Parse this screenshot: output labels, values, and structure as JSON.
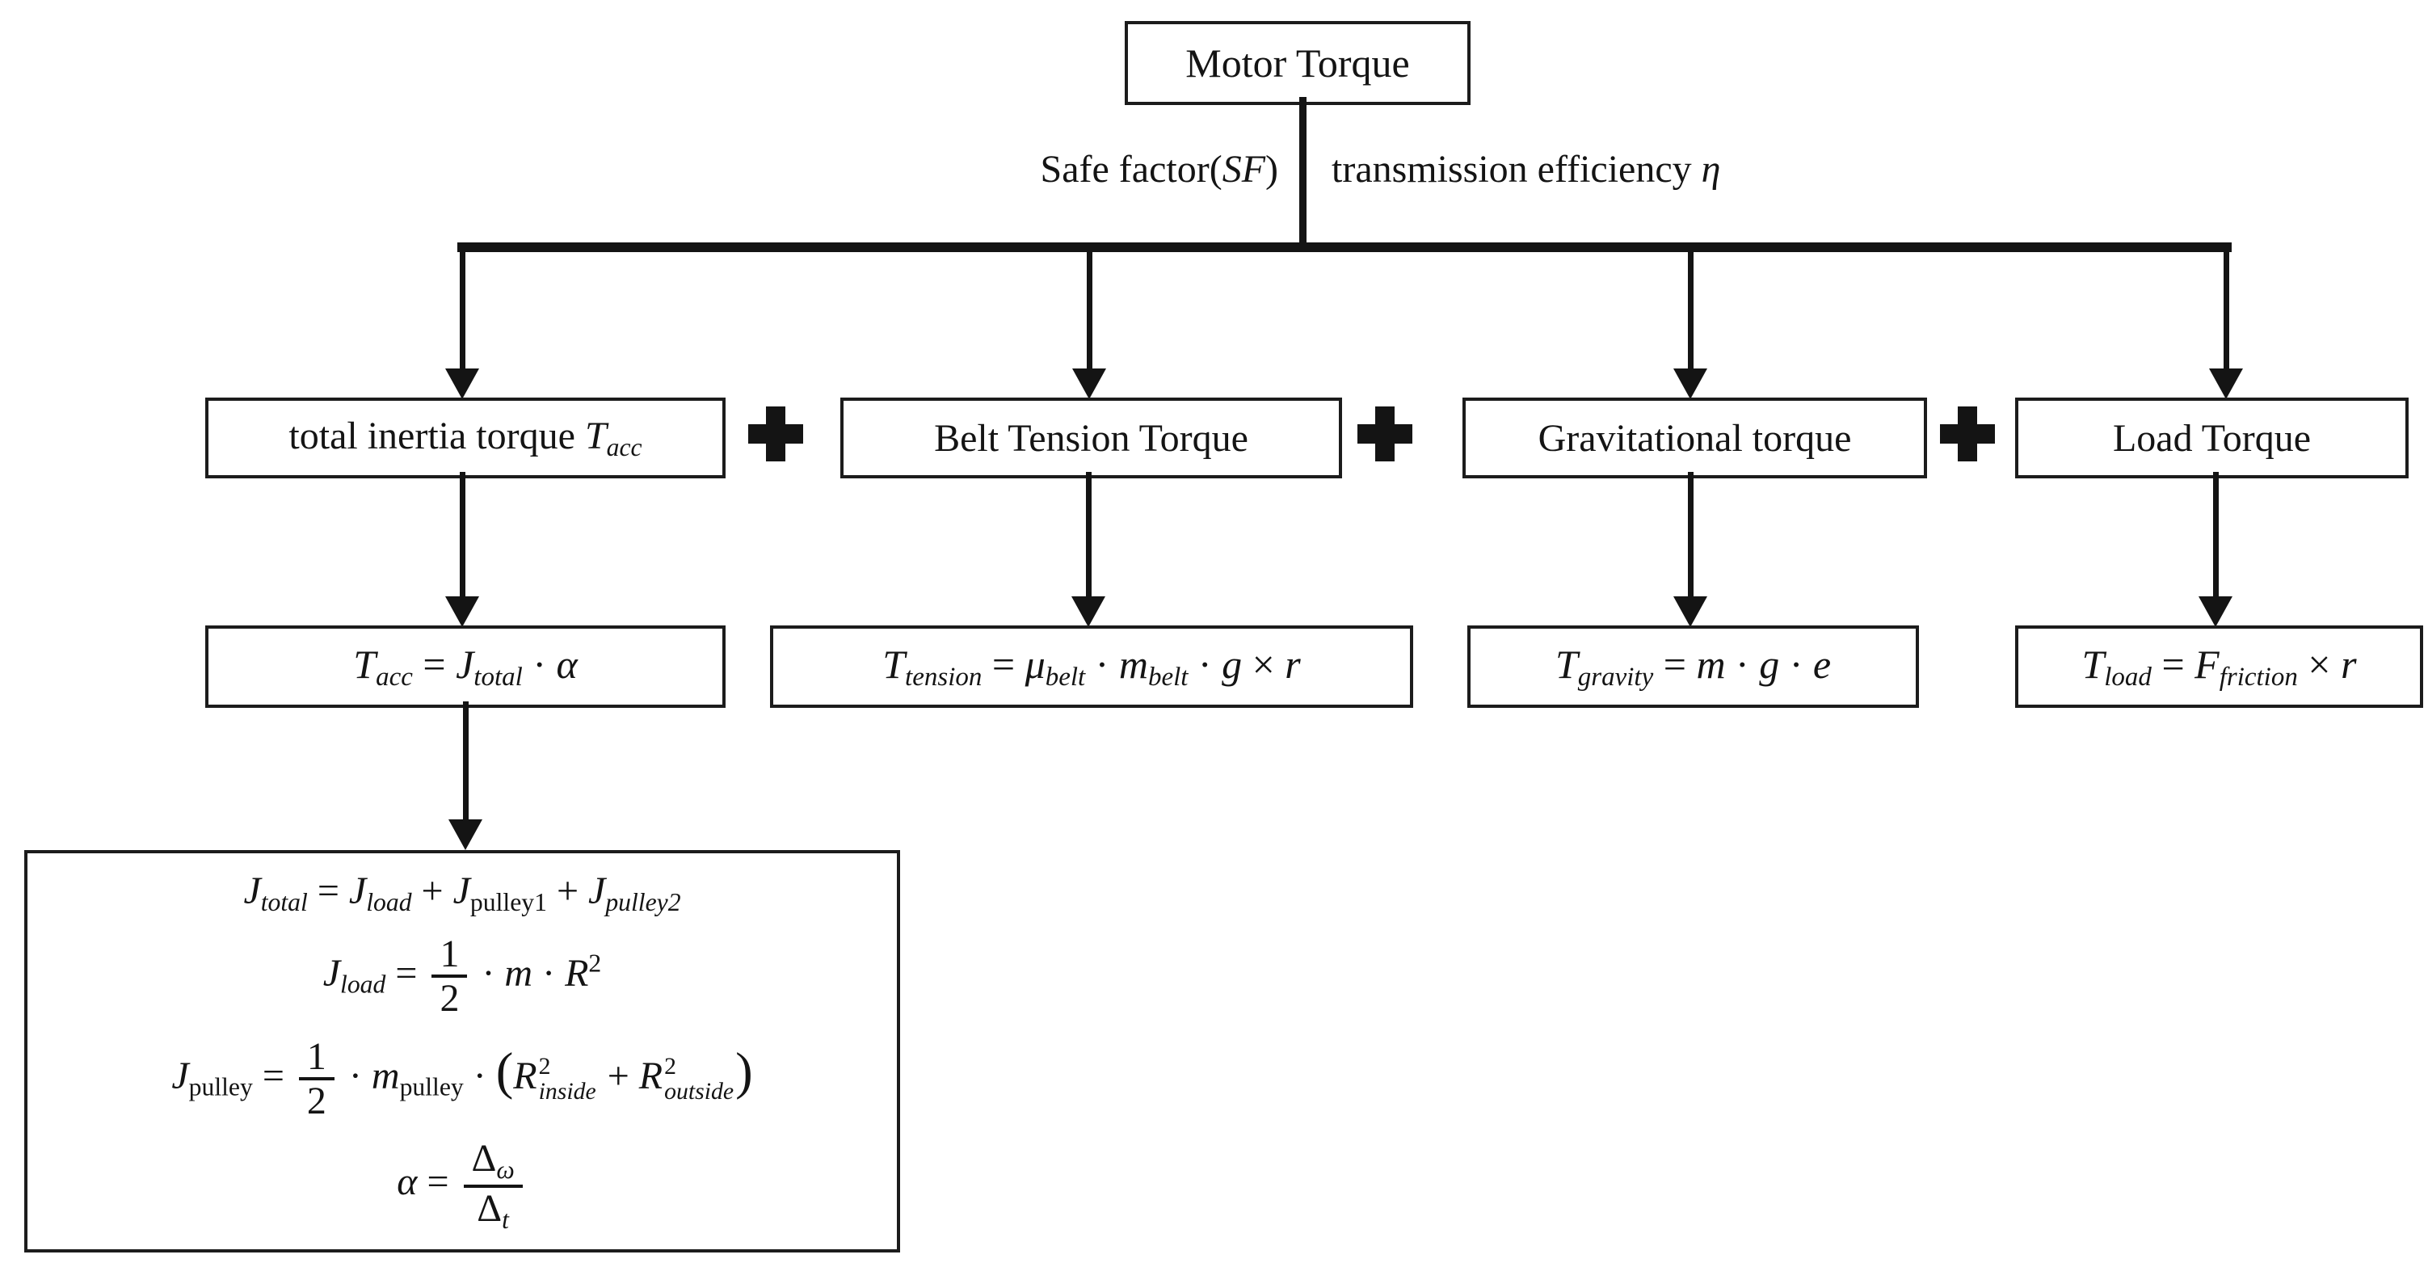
{
  "root": {
    "label": "Motor Torque"
  },
  "factors": {
    "left_tokens": [
      {
        "t": "Safe factor("
      },
      {
        "t": "SF",
        "i": true
      },
      {
        "t": ")"
      }
    ],
    "right_tokens": [
      {
        "t": "transmission efficiency "
      },
      {
        "t": "η",
        "i": true
      }
    ]
  },
  "operator": {
    "symbol": "+",
    "icon": "plus-icon"
  },
  "colors": {
    "ink": "#141414",
    "background": "#ffffff"
  },
  "columns": [
    {
      "id": "inertia",
      "title_tokens": [
        {
          "t": "total inertia torque "
        },
        {
          "t": "T",
          "i": true
        },
        {
          "t": "acc",
          "i": true,
          "sub": true
        }
      ],
      "formula_tokens": [
        {
          "t": "T",
          "i": true
        },
        {
          "t": "acc",
          "i": true,
          "sub": true
        },
        {
          "t": " = "
        },
        {
          "t": "J",
          "i": true
        },
        {
          "t": "total",
          "i": true,
          "sub": true
        },
        {
          "t": " · "
        },
        {
          "t": "α",
          "i": true
        }
      ]
    },
    {
      "id": "belt-tension",
      "title_tokens": [
        {
          "t": "Belt Tension Torque"
        }
      ],
      "formula_tokens": [
        {
          "t": "T",
          "i": true
        },
        {
          "t": "tension",
          "i": true,
          "sub": true
        },
        {
          "t": " = "
        },
        {
          "t": "μ",
          "i": true
        },
        {
          "t": "belt",
          "i": true,
          "sub": true
        },
        {
          "t": " · "
        },
        {
          "t": "m",
          "i": true
        },
        {
          "t": "belt",
          "i": true,
          "sub": true
        },
        {
          "t": " · "
        },
        {
          "t": "g",
          "i": true
        },
        {
          "t": " × "
        },
        {
          "t": "r",
          "i": true
        }
      ]
    },
    {
      "id": "gravitational",
      "title_tokens": [
        {
          "t": "Gravitational torque"
        }
      ],
      "formula_tokens": [
        {
          "t": "T",
          "i": true
        },
        {
          "t": "gravity",
          "i": true,
          "sub": true
        },
        {
          "t": " = "
        },
        {
          "t": "m",
          "i": true
        },
        {
          "t": " · "
        },
        {
          "t": "g",
          "i": true
        },
        {
          "t": " · "
        },
        {
          "t": "e",
          "i": true
        }
      ]
    },
    {
      "id": "load",
      "title_tokens": [
        {
          "t": "Load Torque"
        }
      ],
      "formula_tokens": [
        {
          "t": "T",
          "i": true
        },
        {
          "t": "load",
          "i": true,
          "sub": true
        },
        {
          "t": " = "
        },
        {
          "t": "F",
          "i": true
        },
        {
          "t": "friction",
          "i": true,
          "sub": true
        },
        {
          "t": " × "
        },
        {
          "t": "r",
          "i": true
        }
      ]
    }
  ],
  "detail_box": {
    "lines": [
      [
        {
          "t": "J",
          "i": true
        },
        {
          "t": "total",
          "i": true,
          "sub": true
        },
        {
          "t": " = "
        },
        {
          "t": "J",
          "i": true
        },
        {
          "t": "load",
          "i": true,
          "sub": true
        },
        {
          "t": " + "
        },
        {
          "t": "J",
          "i": true
        },
        {
          "t": "pulley1",
          "sub": true
        },
        {
          "t": " + "
        },
        {
          "t": "J",
          "i": true
        },
        {
          "t": "pulley2",
          "i": true,
          "sub": true
        }
      ],
      [
        {
          "t": "J",
          "i": true
        },
        {
          "t": "load",
          "i": true,
          "sub": true
        },
        {
          "t": " = "
        },
        {
          "frac": {
            "num": [
              {
                "t": "1"
              }
            ],
            "den": [
              {
                "t": "2"
              }
            ]
          }
        },
        {
          "t": " · "
        },
        {
          "t": "m",
          "i": true
        },
        {
          "t": " · "
        },
        {
          "t": "R",
          "i": true
        },
        {
          "t": "2",
          "sup": true
        }
      ],
      [
        {
          "t": "J",
          "i": true
        },
        {
          "t": "pulley",
          "sub": true
        },
        {
          "t": " = "
        },
        {
          "frac": {
            "num": [
              {
                "t": "1"
              }
            ],
            "den": [
              {
                "t": "2"
              }
            ]
          }
        },
        {
          "t": " · "
        },
        {
          "t": "m",
          "i": true
        },
        {
          "t": "pulley",
          "sub": true
        },
        {
          "t": " · "
        },
        {
          "t": "(",
          "paren": true
        },
        {
          "t": "R",
          "i": true
        },
        {
          "ss": {
            "sup": [
              {
                "t": "2"
              }
            ],
            "sub": [
              {
                "t": "inside",
                "i": true
              }
            ]
          }
        },
        {
          "t": " + "
        },
        {
          "t": "R",
          "i": true
        },
        {
          "ss": {
            "sup": [
              {
                "t": "2"
              }
            ],
            "sub": [
              {
                "t": "outside",
                "i": true
              }
            ]
          }
        },
        {
          "t": ")",
          "paren": true
        }
      ],
      [
        {
          "t": "α",
          "i": true
        },
        {
          "t": " = "
        },
        {
          "frac": {
            "num": [
              {
                "t": "Δ"
              },
              {
                "t": "ω",
                "i": true,
                "sub": true
              }
            ],
            "den": [
              {
                "t": "Δ"
              },
              {
                "t": "t",
                "i": true,
                "sub": true
              }
            ]
          }
        }
      ]
    ]
  }
}
